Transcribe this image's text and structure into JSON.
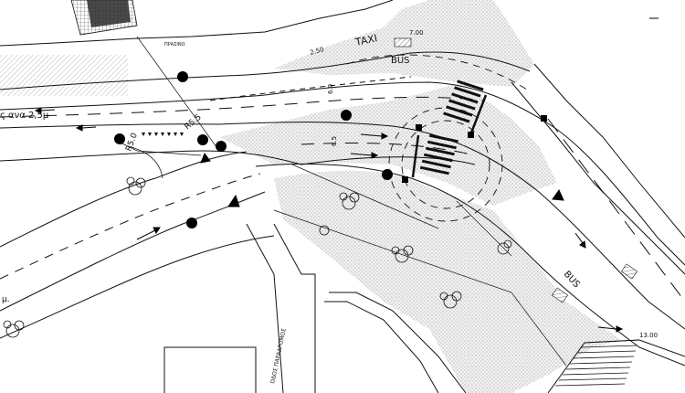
{
  "labels": {
    "taxi": "TAXI",
    "bus_top": "BUS",
    "bus_right": "BUS",
    "radius_1": "R5.0",
    "radius_2": "R5.5",
    "sidewalk_note": "ς ανα 2,5μ",
    "dim_top": "7.00",
    "dim_bottom": "13.00",
    "dim_left": "2.50",
    "width_a": "6.0",
    "width_b": "6.5",
    "street_name": "ΟΔΟΣ ΠΑΡΑΔΡΟΜΟΣ",
    "small_mark": "μ.",
    "legend_small": "ΠΡΑΣΙΝΟ"
  },
  "colors": {
    "line": "#111111",
    "hatch": "#b9b9b9",
    "plaza": "#ececec",
    "dark_block": "#2a2a2a"
  },
  "icons": [
    "tree-icon",
    "traffic-light-icon",
    "crossing-icon",
    "arrow-icon",
    "bus-stop-icon"
  ]
}
